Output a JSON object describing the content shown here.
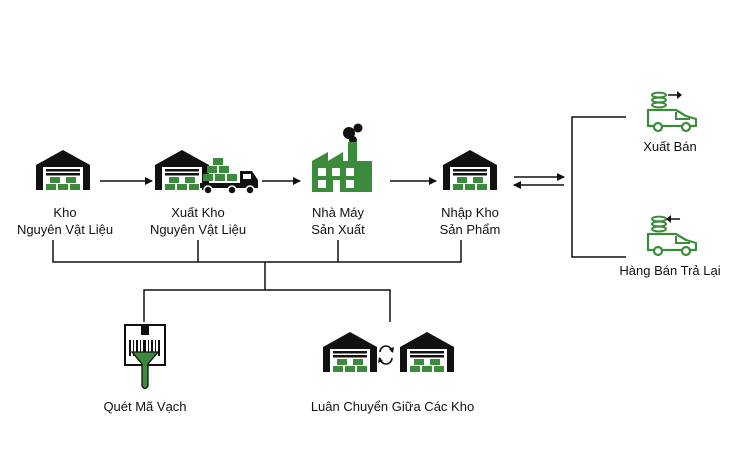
{
  "colors": {
    "green": "#3c8b3c",
    "dark": "#111111"
  },
  "nodes": {
    "raw_warehouse": {
      "line1": "Kho",
      "line2": "Nguyên Vật Liệu",
      "icon": "warehouse-icon"
    },
    "raw_export": {
      "line1": "Xuất Kho",
      "line2": "Nguyên Vật Liệu",
      "icon": "warehouse-truck-icon"
    },
    "factory": {
      "line1": "Nhà Máy",
      "line2": "Sản Xuất",
      "icon": "factory-icon"
    },
    "product_import": {
      "line1": "Nhập Kho",
      "line2": "Sản Phẩm",
      "icon": "warehouse-icon"
    },
    "sale": {
      "label": "Xuất Bán",
      "icon": "delivery-truck-out-icon"
    },
    "sales_return": {
      "label": "Hàng Bán Trả Lại",
      "icon": "delivery-truck-return-icon"
    },
    "barcode_scan": {
      "label": "Quét Mã Vạch",
      "icon": "barcode-scanner-icon"
    },
    "warehouse_transfer": {
      "label": "Luân Chuyển Giữa Các Kho",
      "icon": "warehouse-transfer-icon"
    }
  }
}
